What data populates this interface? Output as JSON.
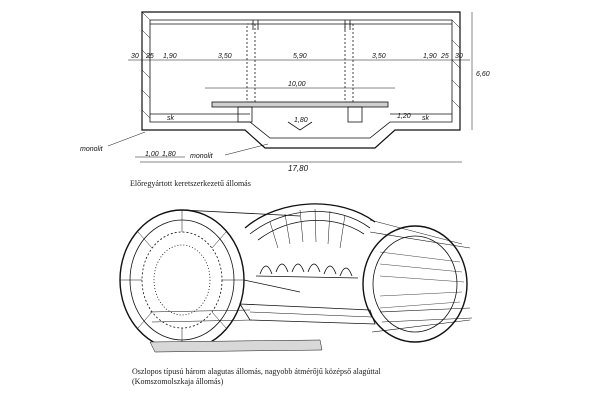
{
  "section": {
    "dims_top": [
      "30",
      "25",
      "1,90",
      "3,50",
      "5,90",
      "3,50",
      "1,90",
      "25",
      "30"
    ],
    "dim_inner": "10,00",
    "dim_height": "6,60",
    "dim_right_small": "1,20",
    "dim_mid": "1,80",
    "dim_bottom_left": "1,00",
    "dim_bottom_left2": "1,80",
    "dim_total": "17,80",
    "label_sk_left": "sk",
    "label_sk_right": "sk",
    "label_monolit_left": "monolit",
    "label_monolit_mid": "monolit"
  },
  "captions": {
    "top": "Előregyártott keretszerkezetű állomás",
    "bottom_line1": "Oszlopos típusú három  alagutas állomás, nagyobb átmérőjű középső alagúttal",
    "bottom_line2": "(Komszomolszkaja állomás)"
  }
}
